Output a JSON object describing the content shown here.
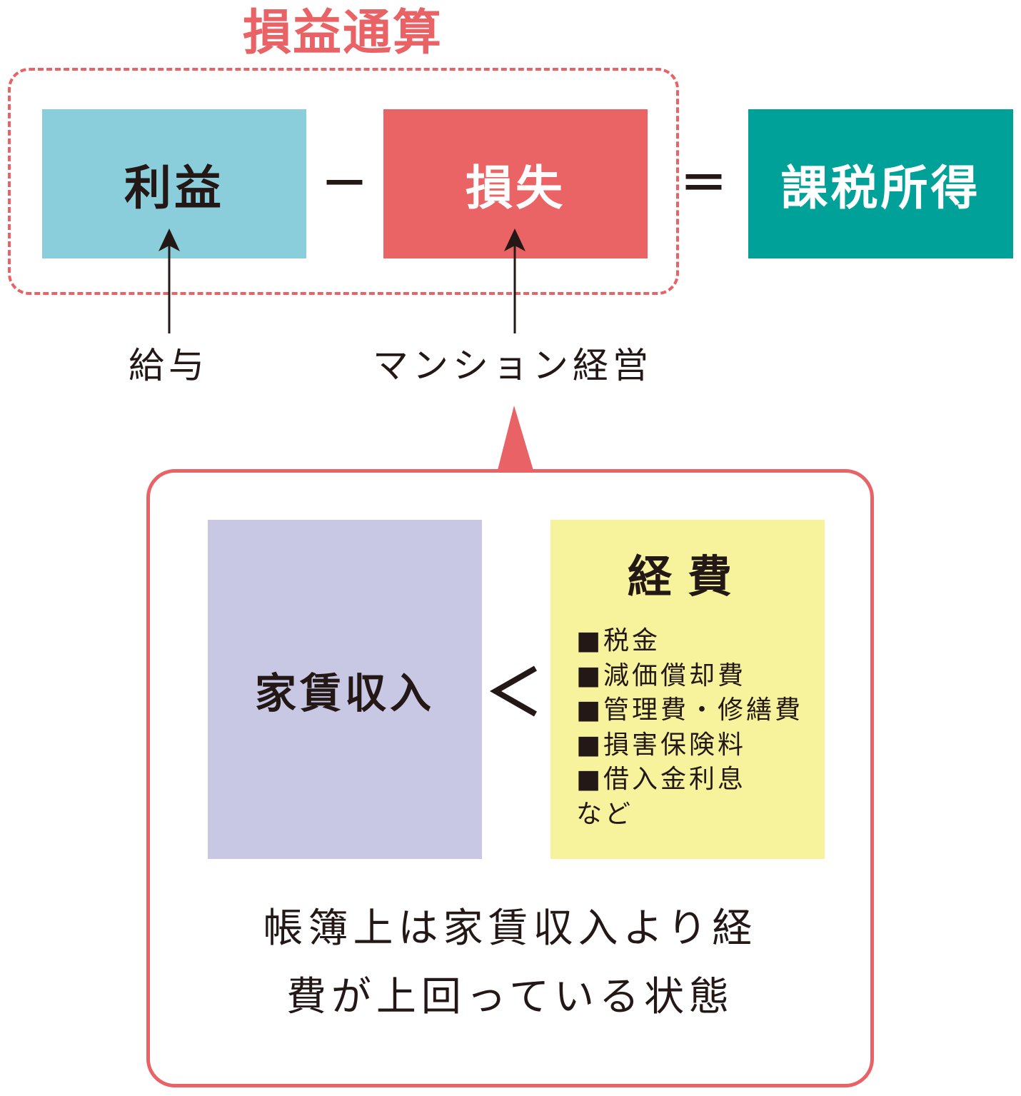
{
  "title": "損益通算",
  "formula": {
    "profit": "利益",
    "minus": "－",
    "loss": "損失",
    "equals": "＝",
    "taxable_income": "課税所得"
  },
  "sources": {
    "salary": "給与",
    "mansion": "マンション経営"
  },
  "detail": {
    "rent_income": "家賃収入",
    "less_than": "<",
    "expenses_title": "経費",
    "expenses_items": [
      "■税金",
      "■減価償却費",
      "■管理費・修繕費",
      "■損害保険料",
      "■借入金利息",
      "など"
    ],
    "caption_line1": "帳簿上は家賃収入より経",
    "caption_line2": "費が上回っている状態"
  },
  "colors": {
    "accent_red": "#e96266",
    "profit_blue": "#89ceda",
    "loss_red": "#ea6466",
    "tax_teal": "#00a199",
    "rent_lavender": "#c8c8e4",
    "expense_yellow": "#f6f39c"
  }
}
